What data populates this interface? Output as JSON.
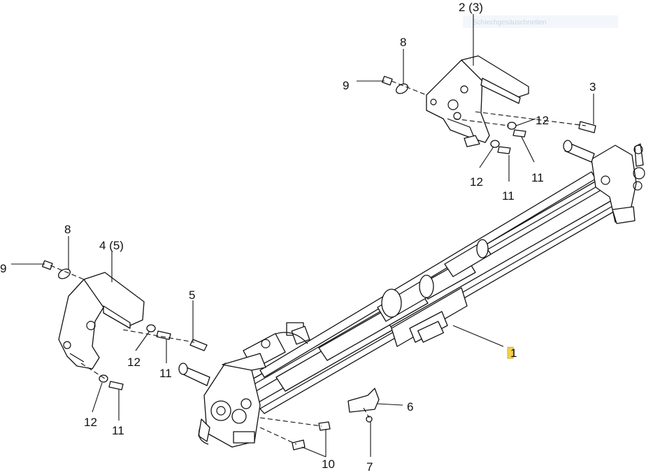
{
  "callouts": {
    "c1": "1",
    "c2_3": "2 (3)",
    "c3": "3",
    "c4_5": "4 (5)",
    "c5": "5",
    "c6": "6",
    "c7": "7",
    "c8_right": "8",
    "c8_left": "8",
    "c9_right": "9",
    "c9_left": "9",
    "c10": "10",
    "c11_a": "11",
    "c11_b": "11",
    "c11_c": "11",
    "c11_d": "11",
    "c12_a": "12",
    "c12_b": "12",
    "c12_c": "12",
    "c12_d": "12"
  },
  "watermark": "Schiechgesäuschnetlen",
  "colors": {
    "line": "#111111",
    "highlight_marker": "#f2d04a"
  }
}
